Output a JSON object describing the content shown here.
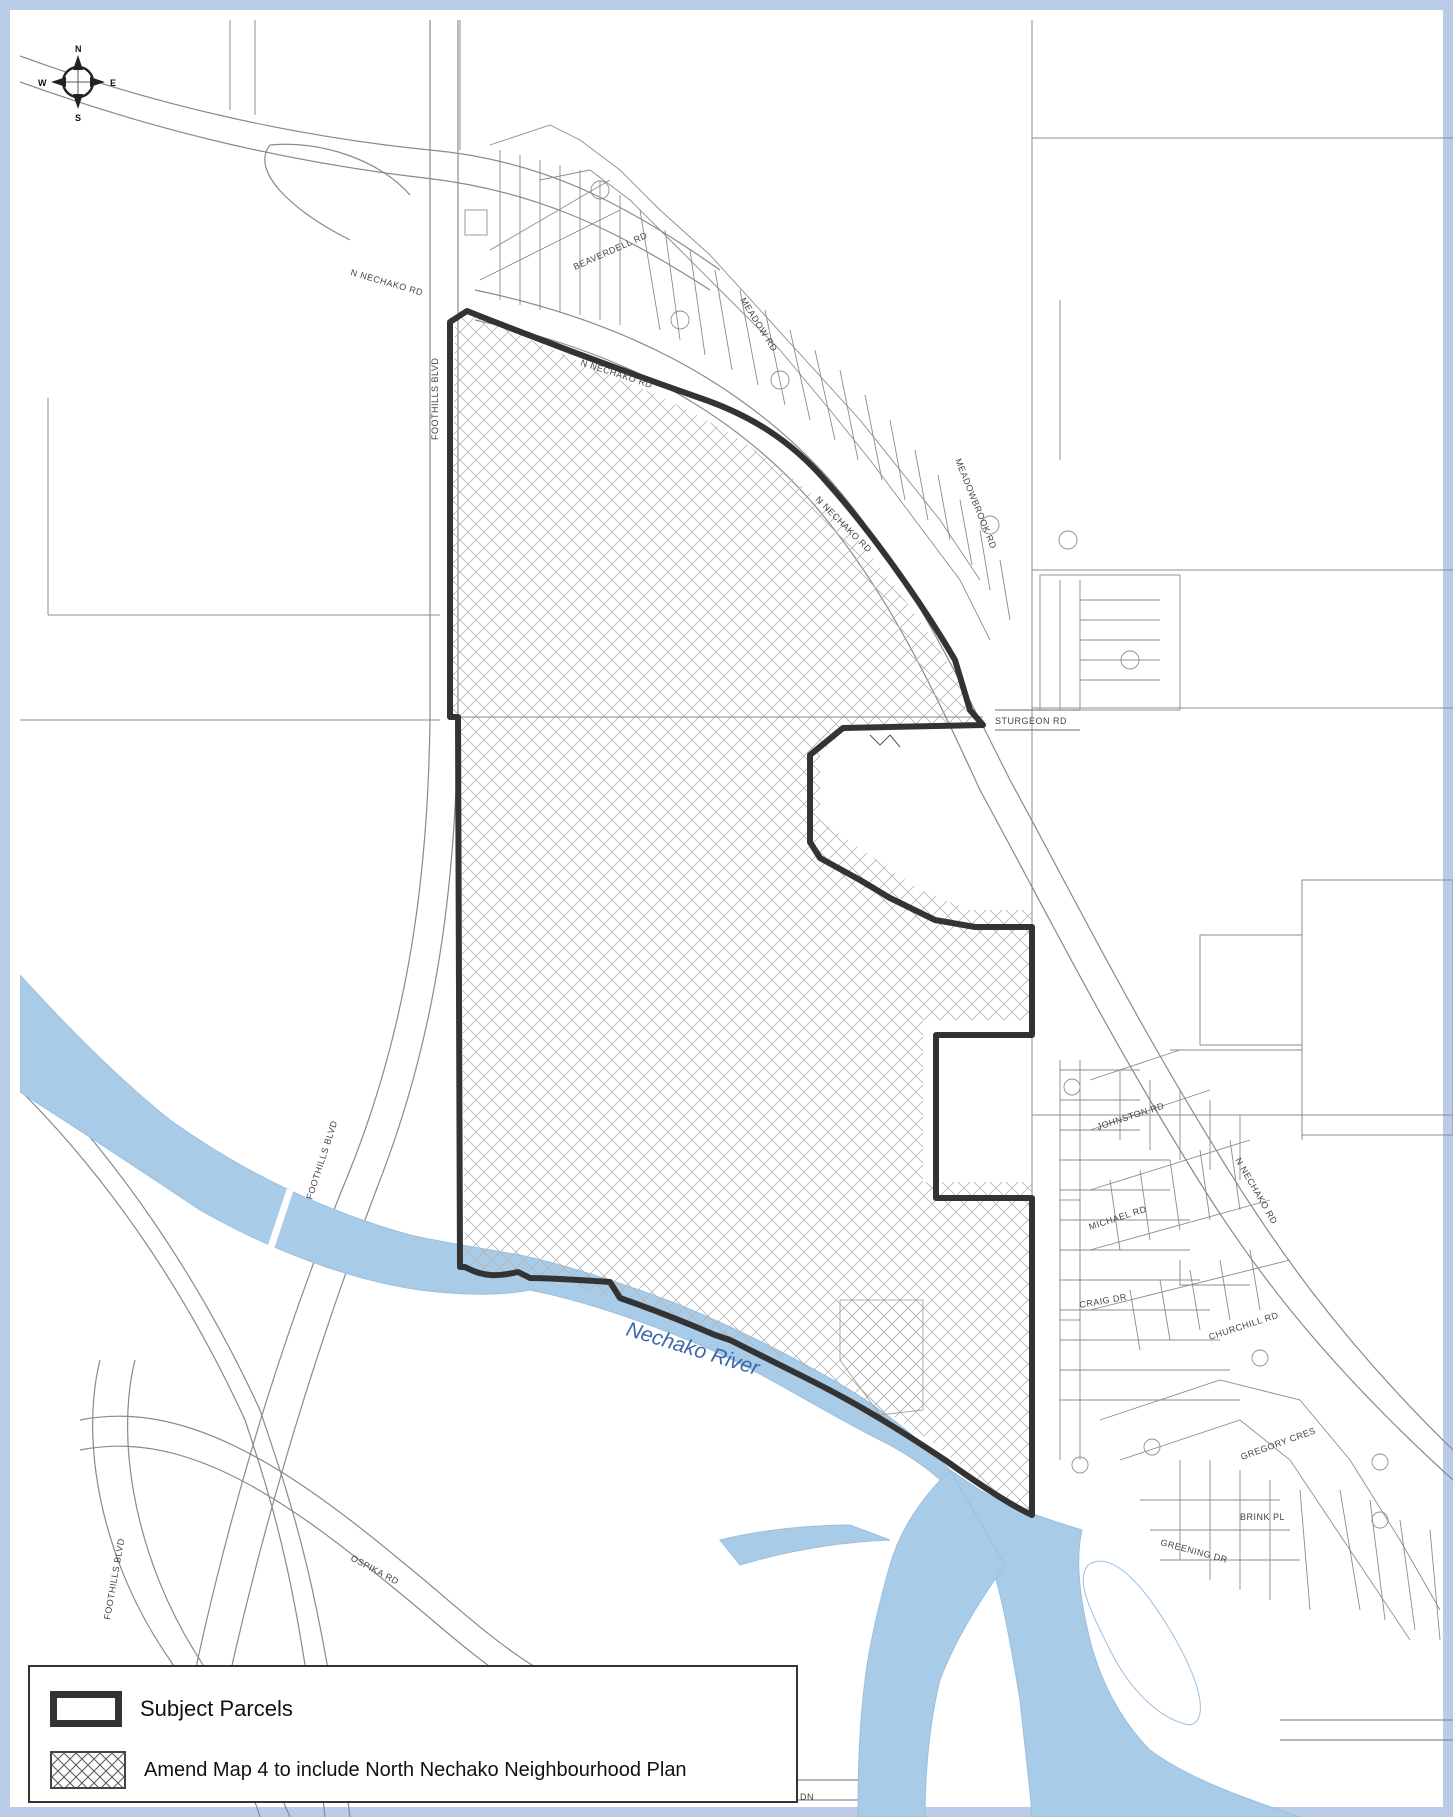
{
  "map": {
    "compass": {
      "north": "N",
      "south": "S",
      "east": "E",
      "west": "W"
    },
    "river_label": "Nechako River",
    "street_labels": {
      "n_nechako_nw": "N NECHAKO RD",
      "foothills_north": "FOOTHILLS BLVD",
      "n_nechako_mid": "N NECHAKO RD",
      "n_nechako_curve": "N NECHAKO RD",
      "stuart": "STURGEON RD",
      "foothills_south": "FOOTHILLS BLVD",
      "foothills_sw": "FOOTHILLS BLVD",
      "ospika": "OSPIKA RD",
      "johnston": "JOHNSTON RD",
      "michael": "MICHAEL RD",
      "craig": "CRAIG DR",
      "churchill": "CHURCHILL RD",
      "n_nechako_east": "N NECHAKO RD",
      "gregory": "GREGORY CRES",
      "brink": "BRINK PL",
      "greening": "GREENING DR",
      "meadow": "MEADOW RD",
      "beaverdell": "BEAVERDELL RD",
      "meadowbrook": "MEADOWBROOK RD",
      "nn_bottom": "DN"
    },
    "colors": {
      "river": "#a8cbe8",
      "parcel_outline": "#333333",
      "frame": "#b9cbe6",
      "road_line": "#888888"
    }
  },
  "legend": {
    "subject_parcels": "Subject Parcels",
    "amend_map": "Amend Map 4 to include North Nechako Neighbourhood Plan"
  }
}
